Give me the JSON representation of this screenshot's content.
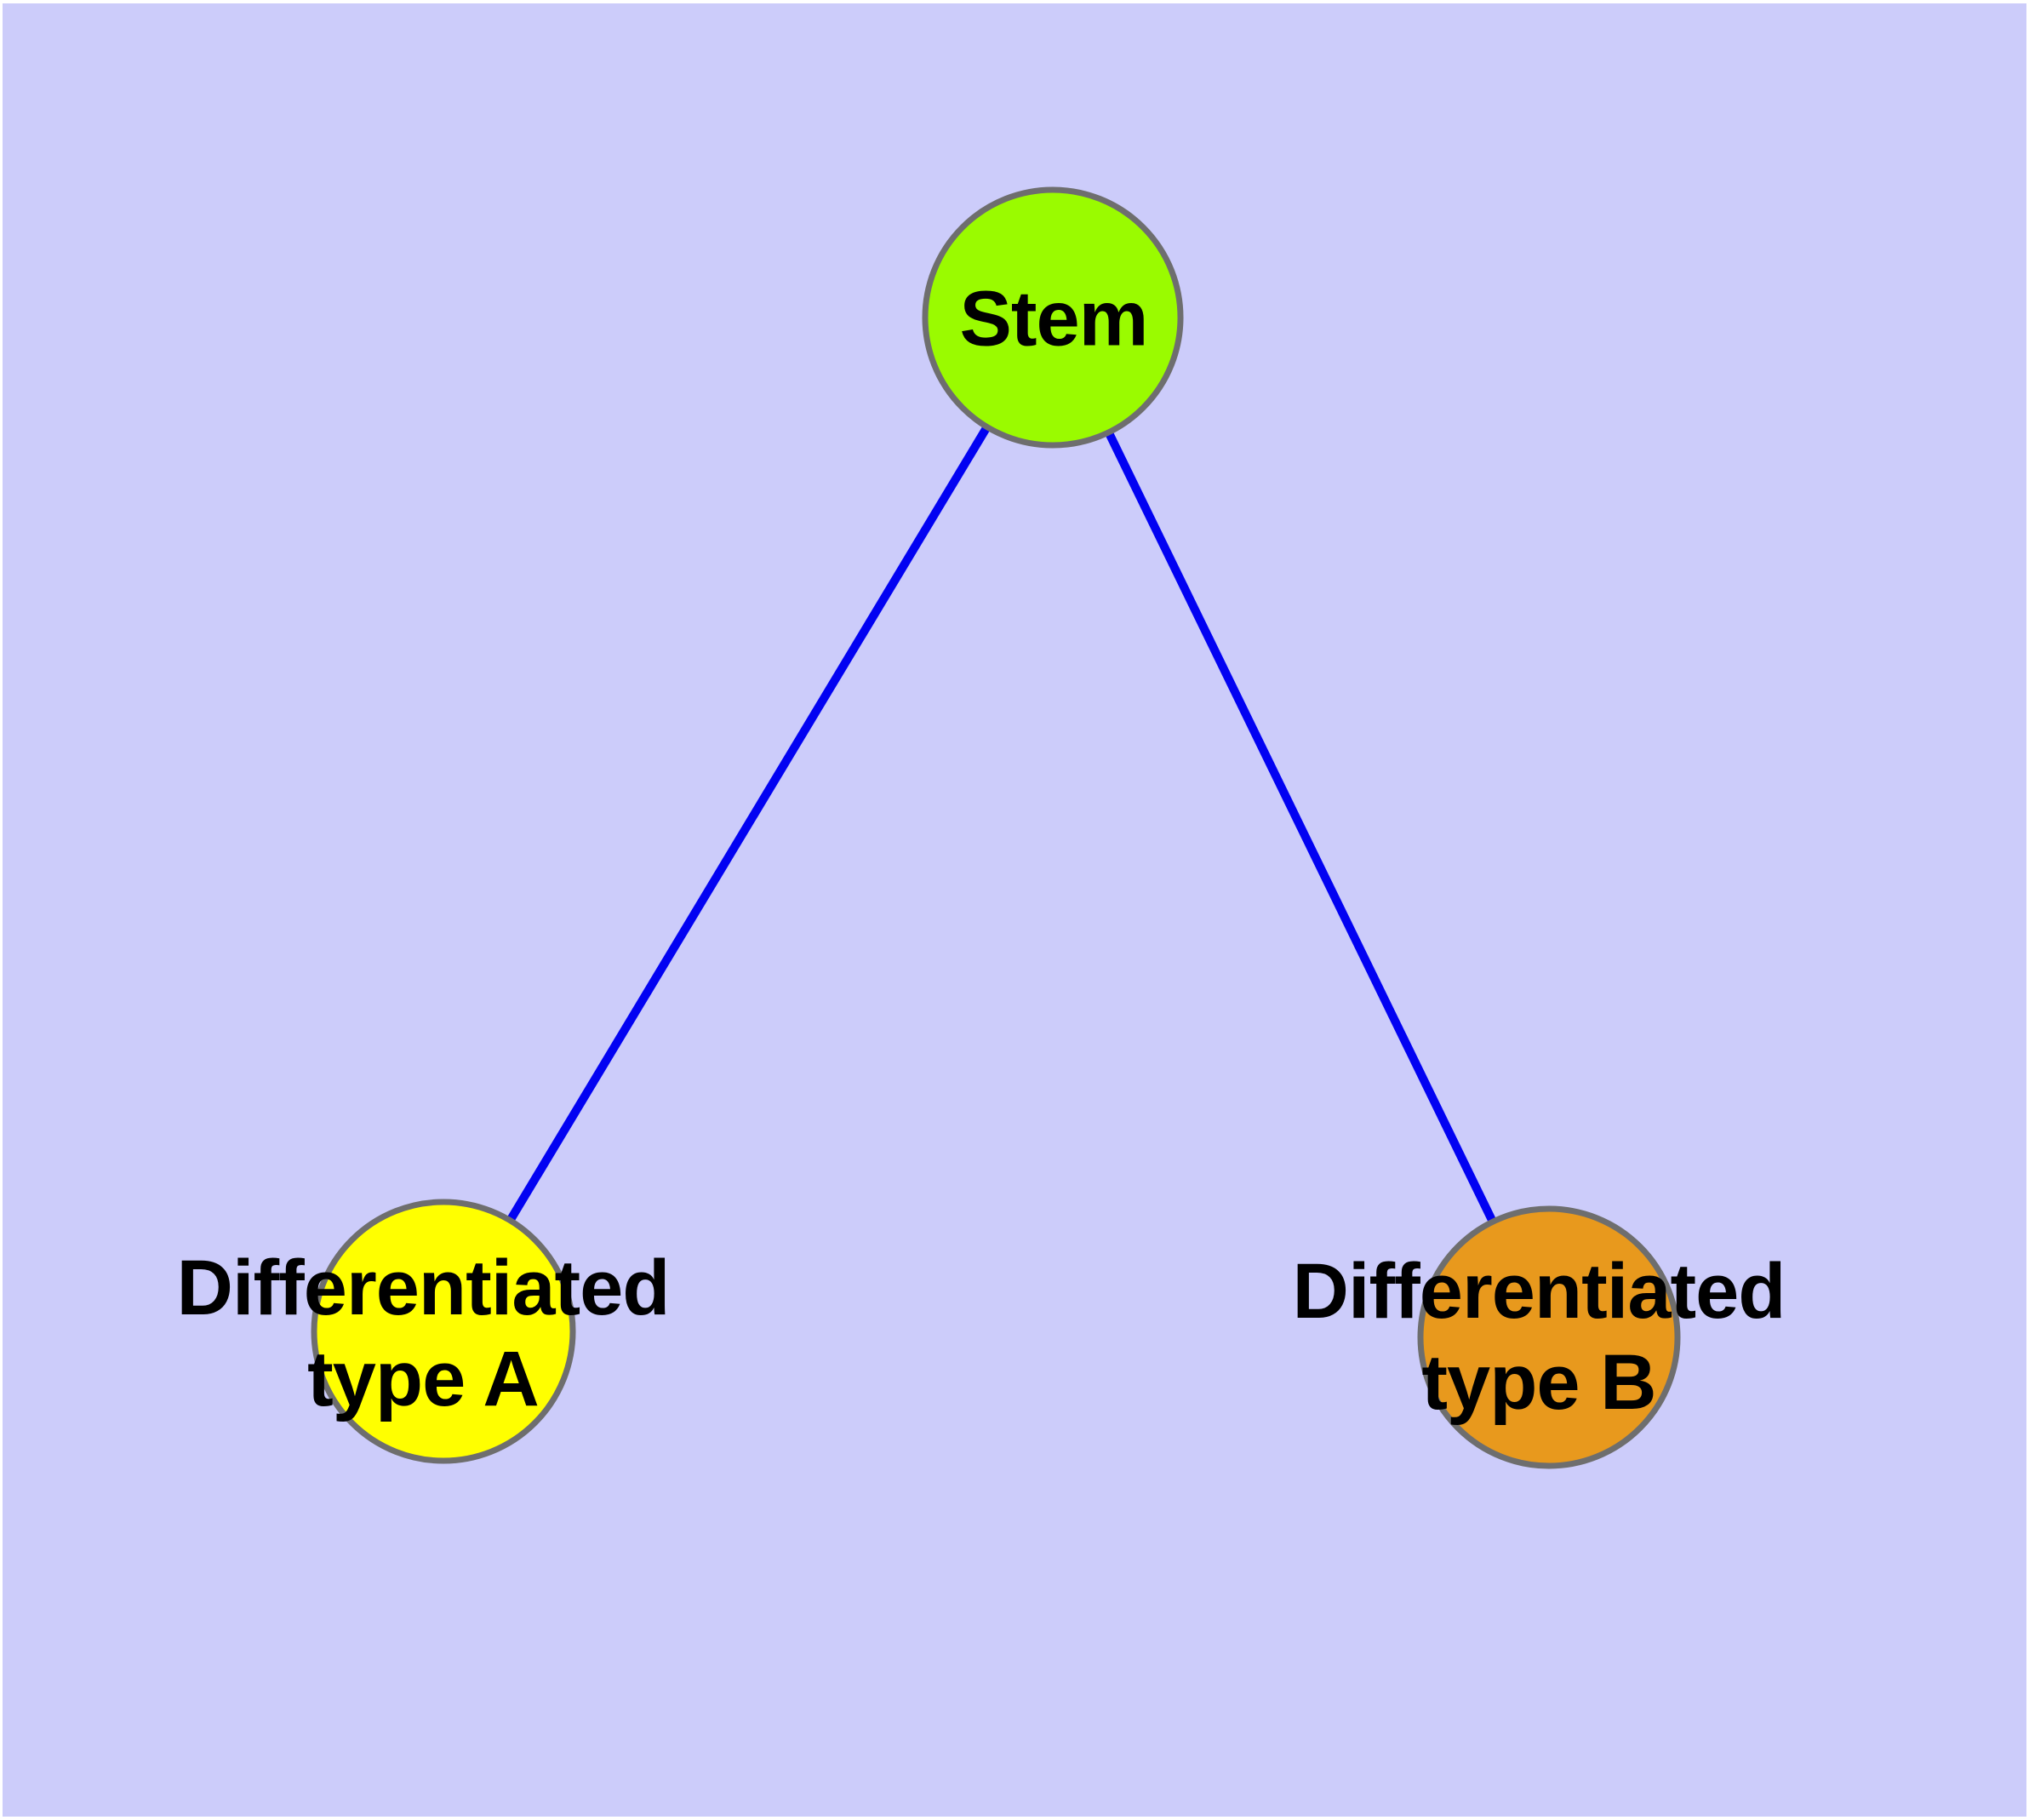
{
  "diagram": {
    "background_color": "#ccccfa",
    "frame_color": "#ffffff",
    "edge_color": "#0202f2",
    "node_border_color": "#6e6e6e",
    "text_color": "#000000",
    "nodes": {
      "stem": {
        "label": "Stem",
        "fill": "#9afb00"
      },
      "type_a": {
        "label_line1": "Differentiated",
        "label_line2": "type A",
        "fill": "#ffff00"
      },
      "type_b": {
        "label_line1": "Differentiated",
        "label_line2": "type B",
        "fill": "#e8991d"
      }
    },
    "edges": [
      {
        "from": "Stem",
        "to": "Differentiated type A"
      },
      {
        "from": "Stem",
        "to": "Differentiated type B"
      }
    ]
  }
}
